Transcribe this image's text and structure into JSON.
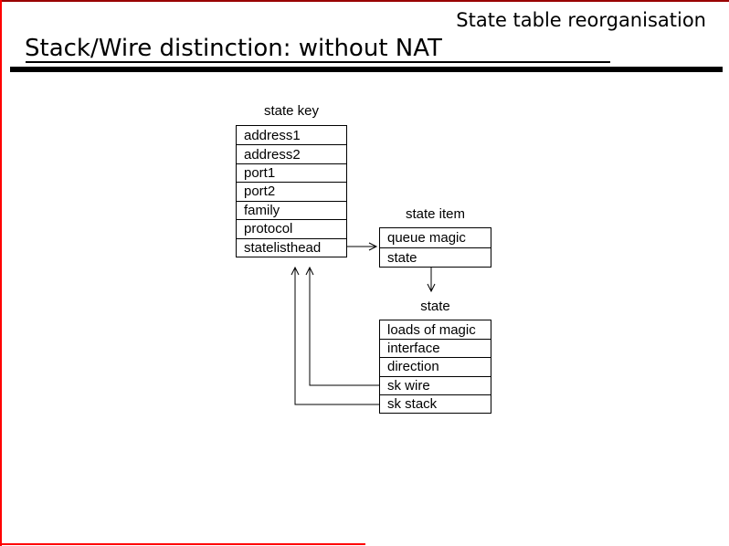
{
  "slide": {
    "header_right": "State table reorganisation",
    "title": "Stack/Wire distinction: without NAT"
  },
  "diagram": {
    "state_key": {
      "label": "state key",
      "rows": [
        "address1",
        "address2",
        "port1",
        "port2",
        "family",
        "protocol",
        "statelisthead"
      ]
    },
    "state_item": {
      "label": "state item",
      "rows": [
        "queue magic",
        "state"
      ]
    },
    "state": {
      "label": "state",
      "rows": [
        "loads of magic",
        "interface",
        "direction",
        "sk wire",
        "sk stack"
      ]
    },
    "connections": [
      "statelisthead -> state item",
      "state item.state -> state",
      "state.sk wire -> statelisthead",
      "state.sk stack -> statelisthead"
    ]
  },
  "colors": {
    "frame_left": "#ff0000",
    "frame_top": "#990000",
    "line": "#000000"
  }
}
